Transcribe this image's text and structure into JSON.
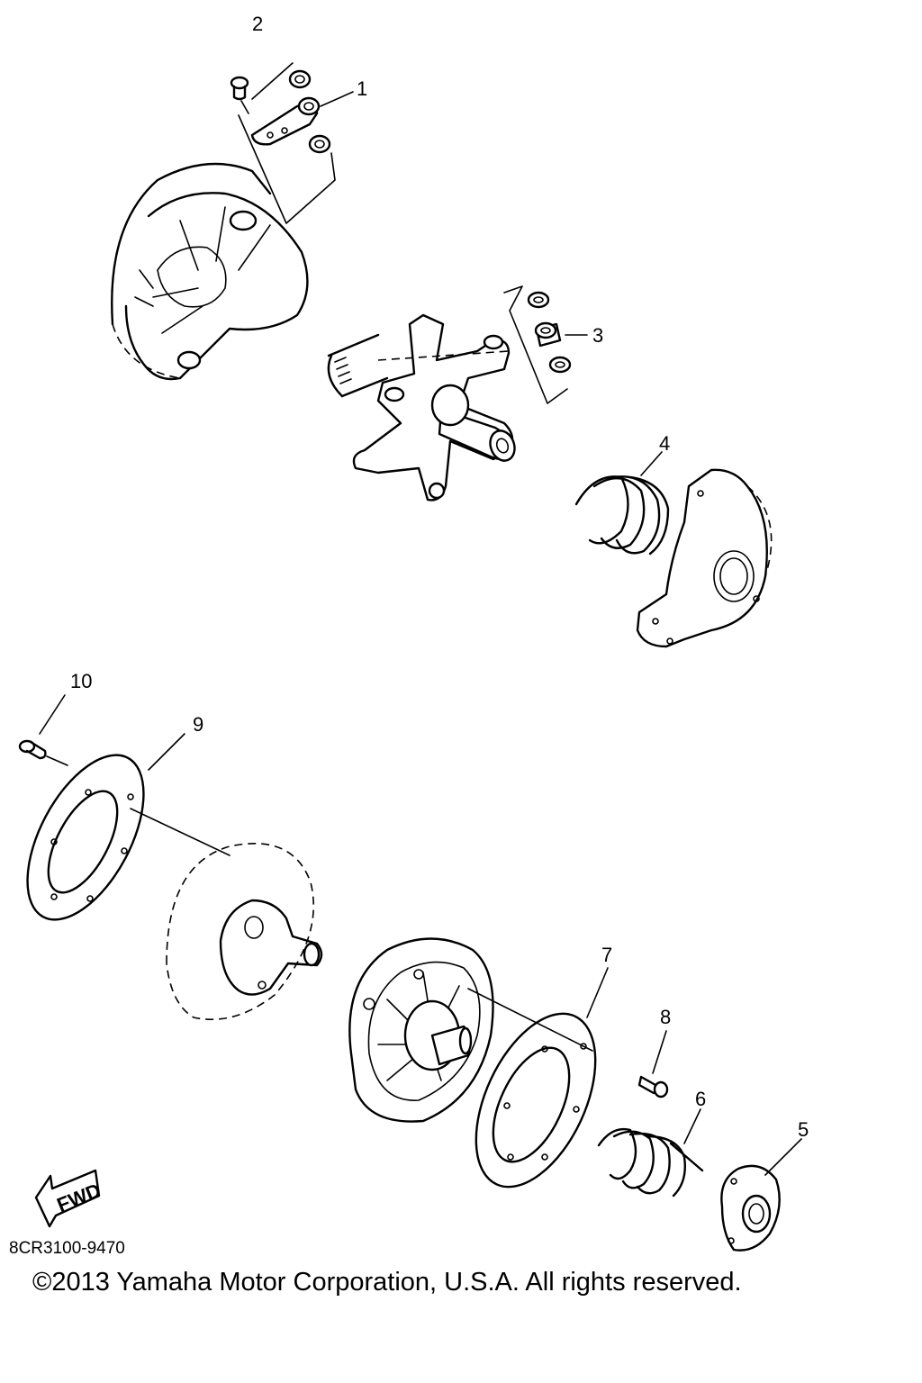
{
  "diagram": {
    "callouts": [
      "1",
      "2",
      "3",
      "4",
      "5",
      "6",
      "7",
      "8",
      "9",
      "10"
    ],
    "fwd_label": "FWD"
  },
  "footer": {
    "drawing_code": "8CR3100-9470",
    "copyright": "©2013 Yamaha Motor Corporation, U.S.A. All rights reserved."
  }
}
